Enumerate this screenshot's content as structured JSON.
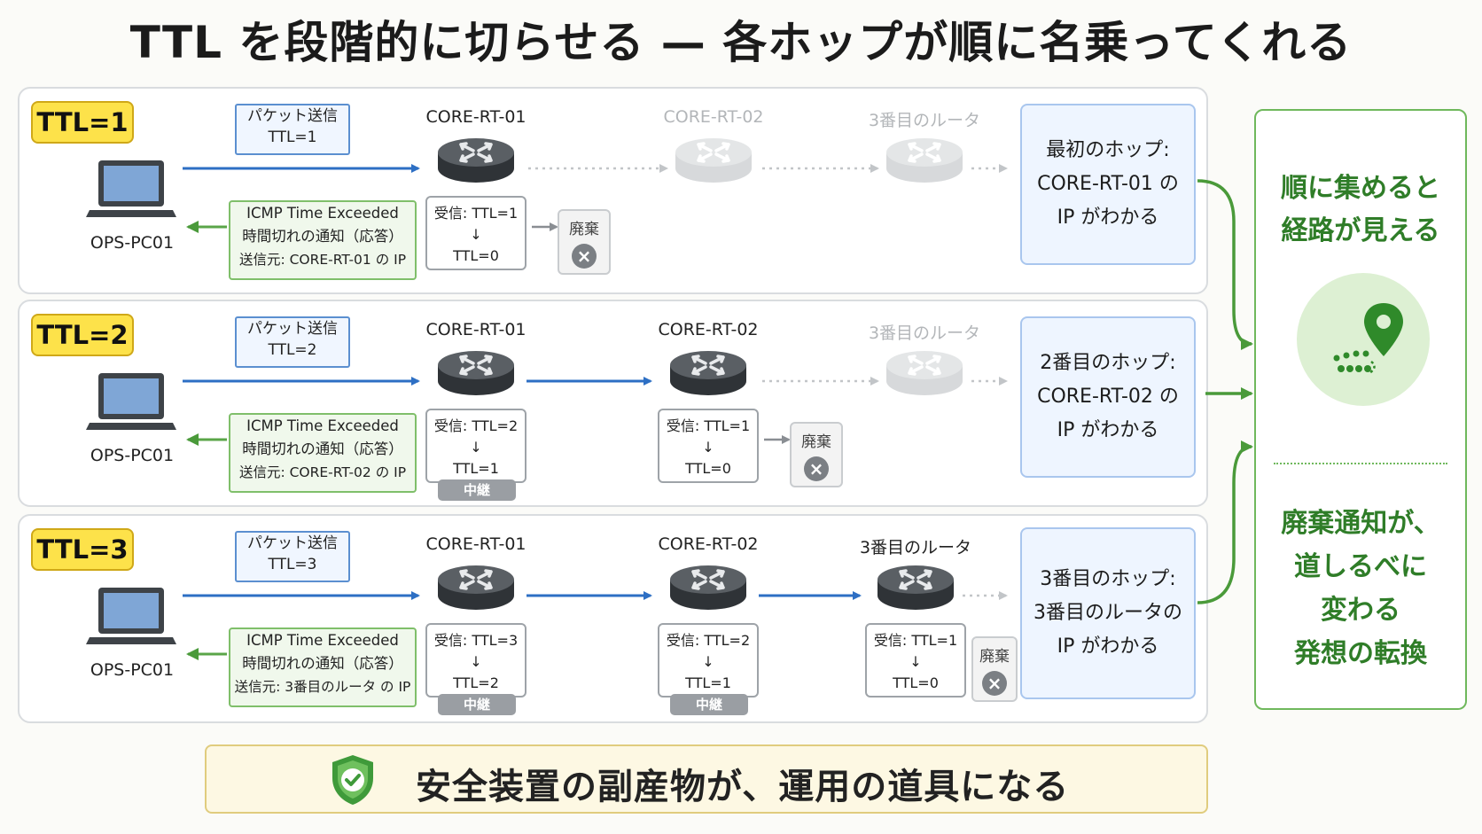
{
  "title": "TTL を段階的に切らせる — 各ホップが順に名乗ってくれる",
  "pc_name": "OPS-PC01",
  "send_label": "パケット送信",
  "icmp": {
    "line1": "ICMP Time Exceeded",
    "line2": "時間切れの通知（応答）"
  },
  "relay_label": "中継",
  "drop_label": "廃棄",
  "routers": {
    "r1": "CORE-RT-01",
    "r2": "CORE-RT-02",
    "r3": "3番目のルータ"
  },
  "rows": [
    {
      "badge": "TTL=1",
      "send_ttl": "TTL=1",
      "icmp_src": "送信元: CORE-RT-01 の IP",
      "recv": [
        {
          "in": "受信: TTL=1",
          "arrow": "↓",
          "out": "TTL=0"
        }
      ],
      "hop": [
        "最初のホップ:",
        "CORE-RT-01 の",
        "IP がわかる"
      ]
    },
    {
      "badge": "TTL=2",
      "send_ttl": "TTL=2",
      "icmp_src": "送信元: CORE-RT-02 の IP",
      "recv": [
        {
          "in": "受信: TTL=2",
          "arrow": "↓",
          "out": "TTL=1"
        },
        {
          "in": "受信: TTL=1",
          "arrow": "↓",
          "out": "TTL=0"
        }
      ],
      "hop": [
        "2番目のホップ:",
        "CORE-RT-02 の",
        "IP がわかる"
      ]
    },
    {
      "badge": "TTL=3",
      "send_ttl": "TTL=3",
      "icmp_src": "送信元: 3番目のルータ の IP",
      "recv": [
        {
          "in": "受信: TTL=3",
          "arrow": "↓",
          "out": "TTL=2"
        },
        {
          "in": "受信: TTL=2",
          "arrow": "↓",
          "out": "TTL=1"
        },
        {
          "in": "受信: TTL=1",
          "arrow": "↓",
          "out": "TTL=0"
        }
      ],
      "hop": [
        "3番目のホップ:",
        "3番目のルータの",
        "IP がわかる"
      ]
    }
  ],
  "side": {
    "top": [
      "順に集めると",
      "経路が見える"
    ],
    "bottom": [
      "廃棄通知が、",
      "道しるべに",
      "変わる",
      "発想の転換"
    ],
    "icon": "map-pin-icon"
  },
  "banner": {
    "text": "安全装置の副産物が、運用の道具になる",
    "icon": "shield-check-icon"
  },
  "colors": {
    "badge": "#fde24a",
    "forward_arrow": "#2d6fc4",
    "return_arrow": "#5aa548",
    "accent_green": "#2f7d28"
  }
}
